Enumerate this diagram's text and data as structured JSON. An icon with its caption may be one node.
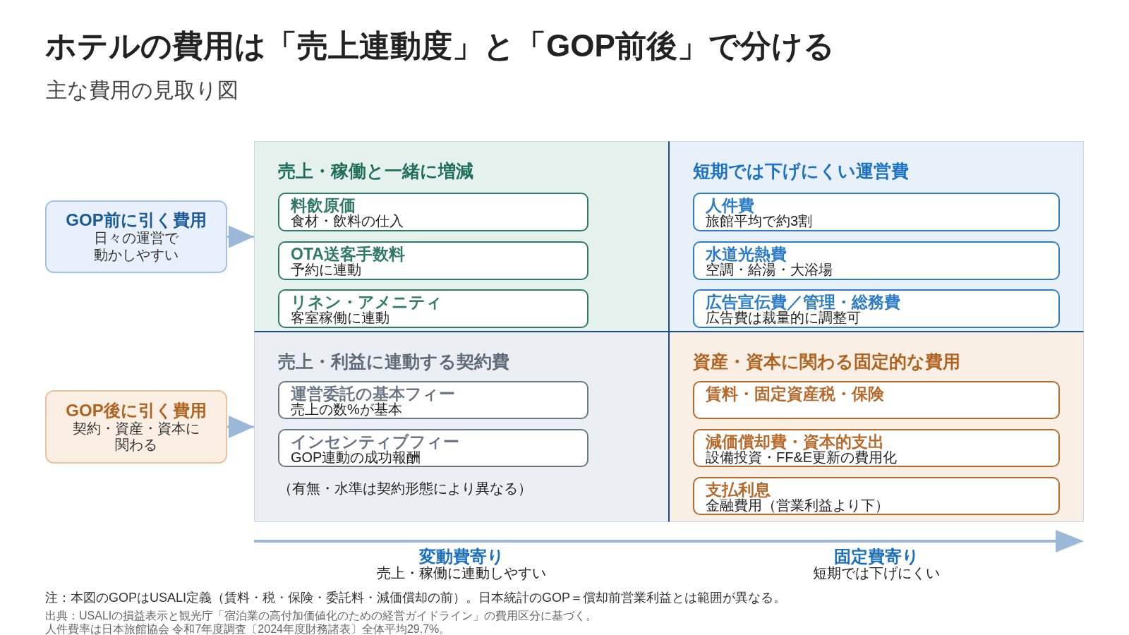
{
  "diagram": {
    "title": "ホテルの費用は「売上連動度」と「GOP前後」で分ける",
    "nodes": [
      {
        "text": [
          "GOP前に引く費用",
          "日々の運営で動かしやすい"
        ]
      },
      {
        "text": [
          "GOP後に引く費用",
          "契約・資産・資本に関わる"
        ]
      },
      {
        "text": [
          "売上・稼働と一緒に増減"
        ]
      },
      {
        "text": [
          "料飲原価",
          "食材・飲料の仕入"
        ],
        "in": 2
      },
      {
        "text": [
          "OTA送客手数料",
          "予約に連動"
        ],
        "in": 2
      },
      {
        "text": [
          "リネン・アメニティ",
          "客室稼働に連動"
        ],
        "in": 2
      },
      {
        "text": [
          "短期では下げにくい運営費"
        ]
      },
      {
        "text": [
          "人件費",
          "旅館平均で約3割"
        ],
        "in": 6
      },
      {
        "text": [
          "水道光熱費",
          "空調・給湯・大浴場"
        ],
        "in": 6
      },
      {
        "text": [
          "広告宣伝費／管理・総務費",
          "広告費は裁量的に調整可"
        ],
        "in": 6
      },
      {
        "text": [
          "売上・利益に連動する契約費",
          "（有無・水準は契約形態により異なる）"
        ]
      },
      {
        "text": [
          "運営委託の基本フィー",
          "売上の数%が基本"
        ],
        "in": 10
      },
      {
        "text": [
          "インセンティブフィー",
          "GOP連動の成功報酬"
        ],
        "in": 10
      },
      {
        "text": [
          "資産・資本に関わる固定的な費用"
        ]
      },
      {
        "text": [
          "賃料・固定資産税・保険"
        ],
        "in": 13
      },
      {
        "text": [
          "減価償却費・資本的支出",
          "設備投資・FF&E更新の費用化"
        ],
        "in": 13
      },
      {
        "text": [
          "支払利息",
          "金融費用（営業利益より下）"
        ],
        "in": 13
      }
    ],
    "edges": [
      {
        "from": 0,
        "to": 2,
        "arrow": "to"
      },
      {
        "from": 1,
        "to": 10,
        "arrow": "to"
      }
    ],
    "labels": [
      "主な費用の見取り図",
      "変動費寄り",
      "売上・稼働に連動しやすい",
      "固定費寄り",
      "短期では下げにくい",
      "注：本図のGOPはUSALI定義（賃料・税・保険・委託料・減価償却の前）。日本統計のGOP＝償却前営業利益とは範囲が異なる。",
      "出典：USALIの損益表示と観光庁「宿泊業の高付加価値化のための経営ガイドライン」の費用区分に基づく。",
      "人件費率は日本旅館協会 令和7年度調査〔2024年度財務諸表〕全体平均29.7%。"
    ]
  }
}
